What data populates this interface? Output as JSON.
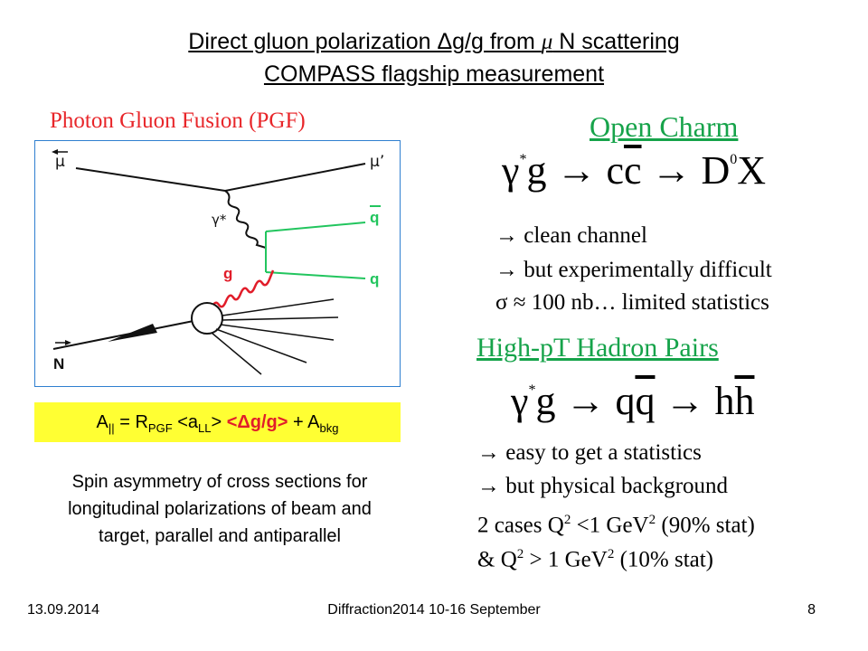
{
  "title": {
    "line1_prefix": "Direct gluon polarization  Δg/g from ",
    "line1_mu": "μ",
    "line1_suffix": " N scattering",
    "line2": "COMPASS flagship measurement"
  },
  "pgf": {
    "heading": "Photon Gluon Fusion (PGF)",
    "diagram_labels": {
      "mu": "μ",
      "mu_prime": "μ’",
      "gamma_star": "γ*",
      "qbar": "q",
      "q": "q",
      "g": "g",
      "N": "N"
    },
    "colors": {
      "frame": "#2f7fd0",
      "quark": "#22c55e",
      "gluon": "#e11d2a"
    }
  },
  "asymmetry": {
    "A": "A",
    "A_sub": "||",
    "eq": " = R",
    "R_sub": "PGF",
    "aLL_open": " <a",
    "aLL_sub": "LL",
    "aLL_close": "> ",
    "dg": "<Δg/g>",
    "plus": "  + A",
    "bkg_sub": "bkg",
    "highlight": "#ffff33",
    "dg_color": "#e11d2a"
  },
  "spin_text": {
    "line1": "Spin asymmetry of cross sections for",
    "line2": "longitudinal polarizations of beam and",
    "line3": "target, parallel and antiparallel"
  },
  "open_charm": {
    "heading": "Open Charm",
    "formula": {
      "gamma": "γ",
      "star": "*",
      "g": "g",
      "arrow": "→",
      "c": "c",
      "cbar": "c",
      "D": "D",
      "zero": "0",
      "X": "X"
    },
    "bullets": [
      "→ clean channel",
      "→ but experimentally difficult",
      " σ ≈ 100 nb… limited statistics"
    ]
  },
  "high_pt": {
    "heading": "High-pT Hadron Pairs",
    "formula": {
      "gamma": "γ",
      "star": "*",
      "g": "g",
      "arrow": "→",
      "q": "q",
      "qbar": "q",
      "h": "h",
      "hbar": "h"
    },
    "bullets": [
      "→ easy to get a statistics",
      "→ but physical background"
    ],
    "case1": {
      "pre": "2 cases Q",
      "exp1": "2",
      "mid": " <1 GeV",
      "exp2": "2",
      "post": " (90% stat)"
    },
    "case2": {
      "pre": "& Q",
      "exp1": "2",
      "mid": " > 1 GeV",
      "exp2": "2",
      "post": " (10% stat)"
    }
  },
  "footer": {
    "date": "13.09.2014",
    "event": "Diffraction2014 10-16 September",
    "page": "8"
  }
}
